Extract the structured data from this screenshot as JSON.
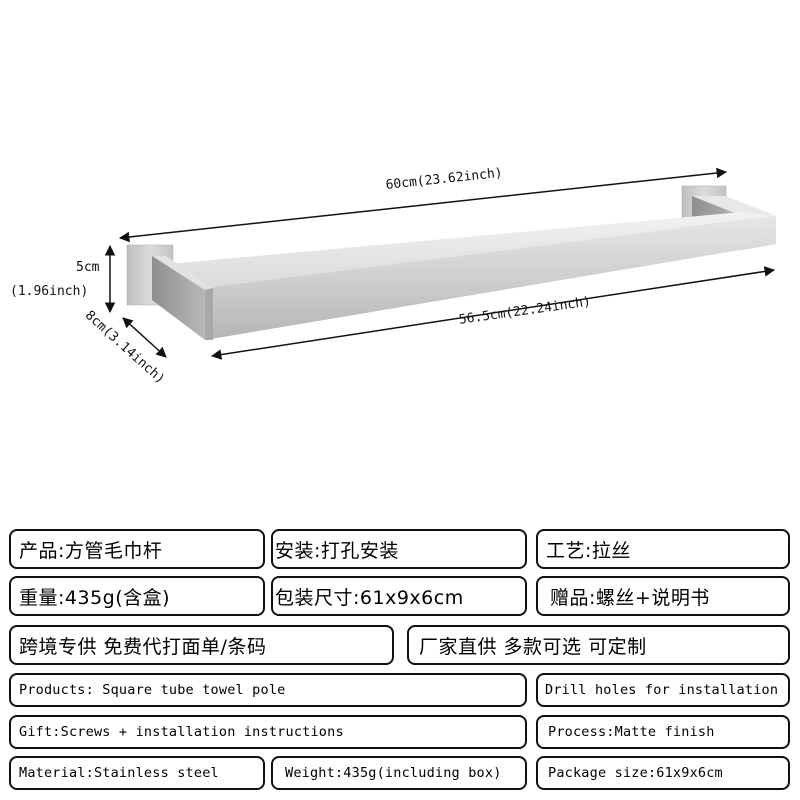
{
  "product_image": {
    "subject": "Square tube towel bar (brushed stainless steel)",
    "dimensions": {
      "total_length": "60cm(23.62inch)",
      "bar_length": "56.5cm(22.24inch)",
      "height_cm": "5cm",
      "height_inch": "(1.96inch)",
      "depth": "8cm(3.14inch)"
    }
  },
  "specs_cn": {
    "row1": [
      "产品:方管毛巾杆",
      "安装:打孔安装",
      "工艺:拉丝"
    ],
    "row2": [
      "重量:435g(含盒)",
      "包装尺寸:61x9x6cm",
      "赠品:螺丝+说明书"
    ],
    "row3": [
      "跨境专供 免费代打面单/条码",
      "厂家直供 多款可选 可定制"
    ]
  },
  "specs_en": {
    "row1": [
      "Products: Square tube towel pole",
      "Drill holes for installation"
    ],
    "row2": [
      "Gift:Screws + installation instructions",
      "Process:Matte finish"
    ],
    "row3": [
      "Material:Stainless steel",
      "Weight:435g(including box)",
      "Package size:61x9x6cm"
    ]
  },
  "colors": {
    "border": "#111111",
    "background": "#ffffff",
    "steel_light": "#d9d9d9",
    "steel_dark": "#9a9a9a"
  }
}
